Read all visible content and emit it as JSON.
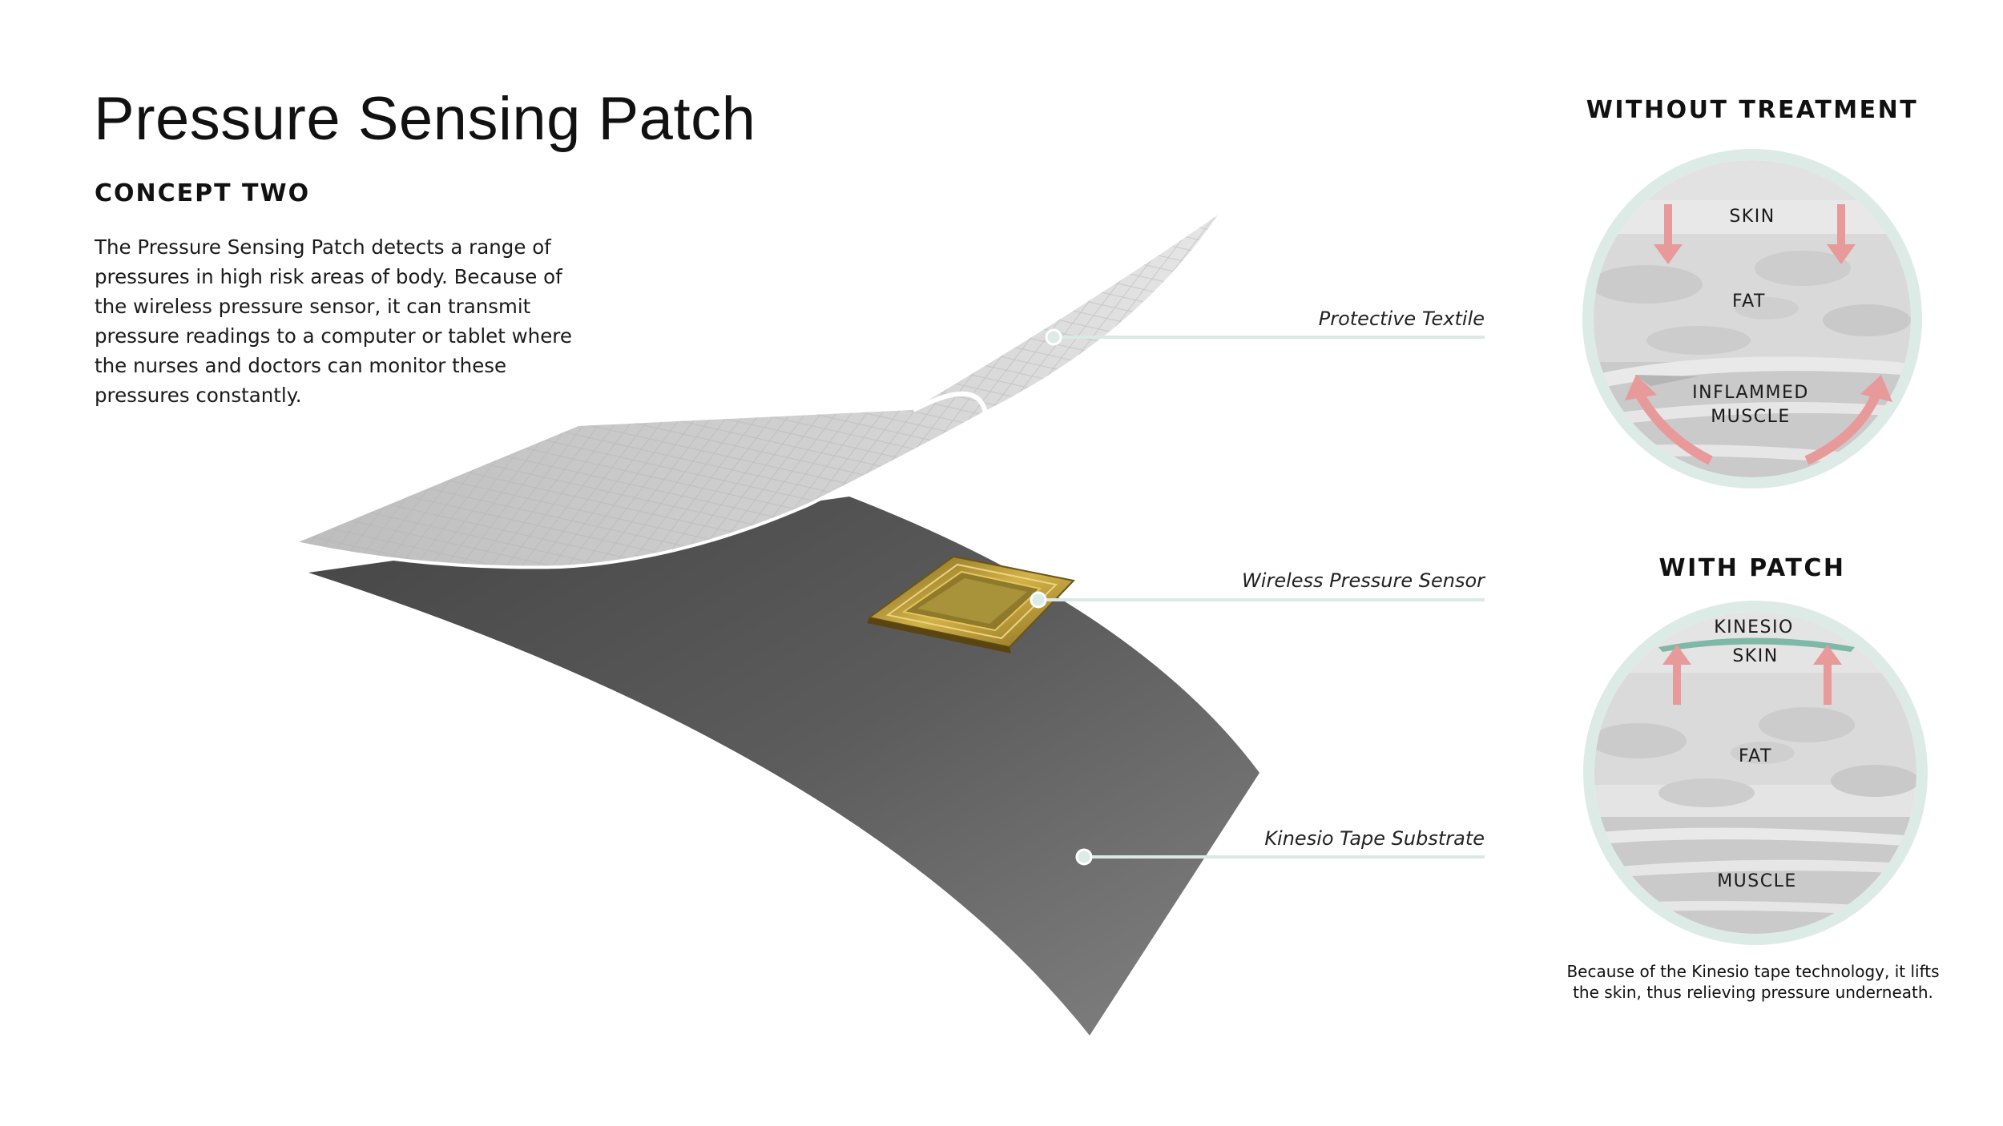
{
  "header": {
    "title": "Pressure Sensing Patch",
    "subtitle": "CONCEPT TWO",
    "description": "The Pressure Sensing Patch detects a range of pressures in high risk areas of body. Because of the wireless pressure sensor, it can transmit pressure readings to a computer or tablet where the nurses and doctors can monitor these pressures constantly."
  },
  "callouts": {
    "textile": "Protective Textile",
    "sensor": "Wireless Pressure Sensor",
    "substrate": "Kinesio Tape Substrate"
  },
  "without_treatment": {
    "title": "WITHOUT TREATMENT",
    "skin": "SKIN",
    "fat": "FAT",
    "muscle_line1": "INFLAMMED",
    "muscle_line2": "MUSCLE"
  },
  "with_patch": {
    "title": "WITH PATCH",
    "kinesio": "KINESIO",
    "skin": "SKIN",
    "fat": "FAT",
    "muscle": "MUSCLE",
    "caption": "Because of the Kinesio tape technology, it lifts the skin, thus relieving pressure underneath."
  },
  "colors": {
    "accent_line": "#dbe9e4",
    "ring": "#dcebe6",
    "arrow": "#e8999a",
    "kinesio_band": "#7fb8a6",
    "substrate": "#5a5a5a",
    "textile": "#c8c8c8",
    "sensor_gold": "#b8962e"
  }
}
